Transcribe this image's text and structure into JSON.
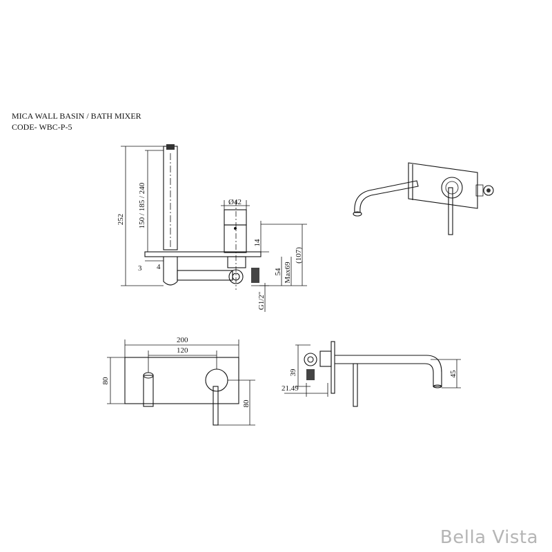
{
  "title": {
    "product": "MICA WALL BASIN / BATH MIXER",
    "code": "CODE- WBC-P-5"
  },
  "dimensions": {
    "d252": "252",
    "d150_185_240": "150 / 185 / 240",
    "d3": "3",
    "d4": "4",
    "dia42": "Ø42",
    "d14": "14",
    "d54": "54",
    "max69": "Max69",
    "d107": "(107)",
    "g12": "G1/2\"",
    "d200": "200",
    "d120": "120",
    "d80_left": "80",
    "d80_right": "80",
    "d39": "39",
    "d21_49": "21.49",
    "d45": "45"
  },
  "brand": "Bella Vista"
}
